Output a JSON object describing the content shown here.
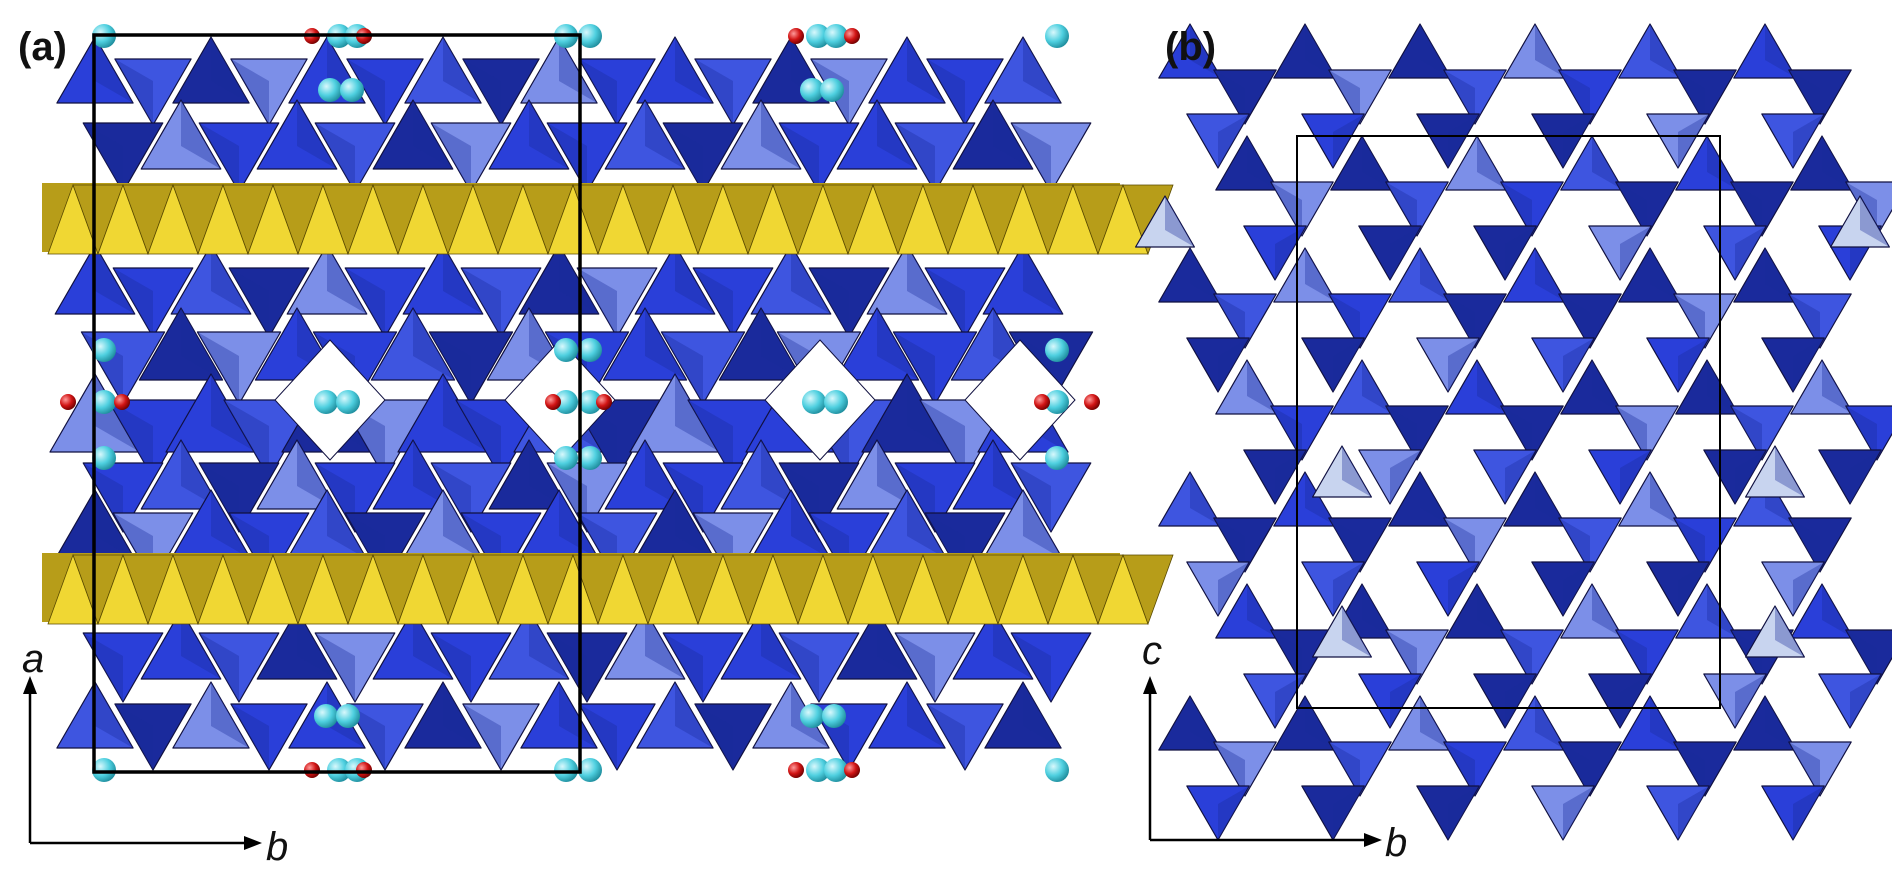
{
  "panels": [
    {
      "id": "a",
      "label": "(a)",
      "axis_vertical": "a",
      "axis_horizontal": "b"
    },
    {
      "id": "b",
      "label": "(b)",
      "axis_vertical": "c",
      "axis_horizontal": "b"
    }
  ],
  "colors": {
    "tetra_front": "#2a3fd9",
    "tetra_mid": "#3e55e0",
    "tetra_dark": "#1a2a9c",
    "tetra_light": "#7c8fe8",
    "tetra_pale": "#c8d4ef",
    "octa_light": "#f0d733",
    "octa_dark": "#b79d19",
    "cation": "#4fd0e0",
    "oxygen": "#d11414",
    "outline": "#000000"
  }
}
